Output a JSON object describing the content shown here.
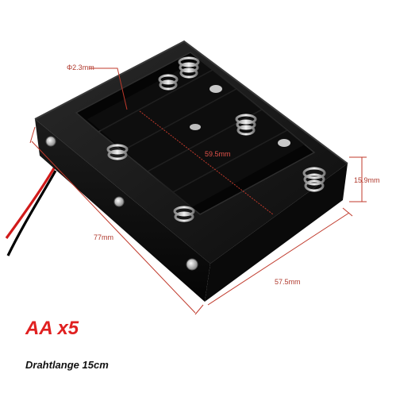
{
  "dimensions": {
    "contact_diameter": "Φ2.3mm",
    "inner_length": "59.5mm",
    "height": "15.9mm",
    "length": "77mm",
    "width": "57.5mm"
  },
  "product": {
    "battery_spec": "AA x5",
    "wire_length": "Drahtlange 15cm"
  },
  "colors": {
    "holder_body": "#111111",
    "dimension_lines": "#c0392b",
    "title_text": "#e02020",
    "wire_red": "#d11a1a",
    "wire_black": "#000000"
  }
}
